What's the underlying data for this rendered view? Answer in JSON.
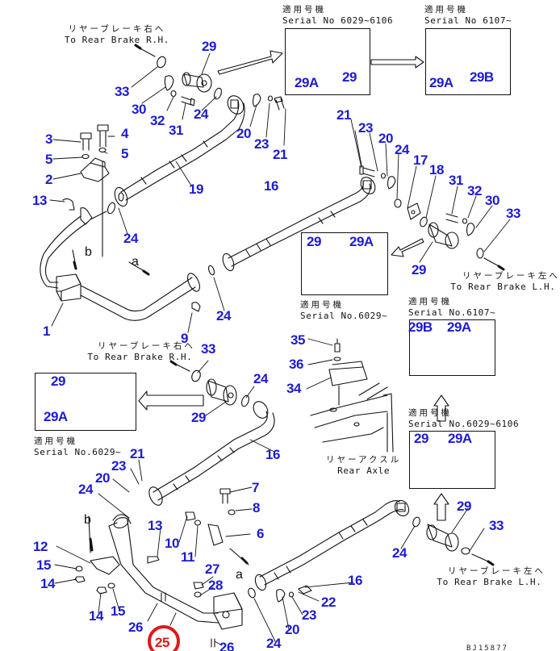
{
  "diagram": {
    "type": "exploded parts diagram",
    "subject": "Rear brake hydraulic piping",
    "drawing_id": "BJ15877",
    "colors": {
      "callout_text": "#1c1cd0",
      "highlight_callout": "#e01818",
      "line_art": "#111111"
    }
  },
  "notes": {
    "to_rear_brake_rh_top": {
      "jp": "リヤーブレーキ右へ",
      "en": "To Rear Brake R.H."
    },
    "to_rear_brake_lh_upper": {
      "jp": "リヤーブレーキ左へ",
      "en": "To Rear Brake L.H."
    },
    "to_rear_brake_rh_mid": {
      "jp": "リヤーブレーキ右へ",
      "en": "To Rear Brake R.H."
    },
    "to_rear_brake_lh_lower": {
      "jp": "リヤーブレーキ左へ",
      "en": "To Rear Brake L.H."
    },
    "rear_axle": {
      "jp": "リヤーアクスル",
      "en": "Rear Axle"
    }
  },
  "insets": [
    {
      "id": "inset-top-1",
      "jp": "適用号機",
      "serial": "Serial No 6029~6106",
      "parts": [
        "29A",
        "29"
      ]
    },
    {
      "id": "inset-top-2",
      "jp": "適用号機",
      "serial": "Serial No 6107~",
      "parts": [
        "29A",
        "29B"
      ]
    },
    {
      "id": "inset-right-mid",
      "jp": "適用号機",
      "serial": "Serial No.6029~",
      "parts": [
        "29",
        "29A"
      ]
    },
    {
      "id": "inset-right-upper",
      "jp": "適用号機",
      "serial": "Serial No.6107~",
      "parts": [
        "29B",
        "29A"
      ]
    },
    {
      "id": "inset-right-lower",
      "jp": "適用号機",
      "serial": "Serial No.6029~6106",
      "parts": [
        "29",
        "29A"
      ]
    },
    {
      "id": "inset-left-mid",
      "jp": "適用号機",
      "serial": "Serial No.6029~",
      "parts": [
        "29",
        "29A"
      ]
    }
  ],
  "letter_markers": [
    "a",
    "b",
    "a",
    "b"
  ],
  "callouts": [
    {
      "label": "29"
    },
    {
      "label": "33"
    },
    {
      "label": "30"
    },
    {
      "label": "32"
    },
    {
      "label": "31"
    },
    {
      "label": "24"
    },
    {
      "label": "20"
    },
    {
      "label": "23"
    },
    {
      "label": "21"
    },
    {
      "label": "3"
    },
    {
      "label": "4"
    },
    {
      "label": "5"
    },
    {
      "label": "5"
    },
    {
      "label": "2"
    },
    {
      "label": "13"
    },
    {
      "label": "19"
    },
    {
      "label": "24"
    },
    {
      "label": "16"
    },
    {
      "label": "24"
    },
    {
      "label": "9"
    },
    {
      "label": "1"
    },
    {
      "label": "21"
    },
    {
      "label": "23"
    },
    {
      "label": "20"
    },
    {
      "label": "24"
    },
    {
      "label": "17"
    },
    {
      "label": "18"
    },
    {
      "label": "31"
    },
    {
      "label": "32"
    },
    {
      "label": "30"
    },
    {
      "label": "33"
    },
    {
      "label": "29"
    },
    {
      "label": "33"
    },
    {
      "label": "24"
    },
    {
      "label": "29"
    },
    {
      "label": "16"
    },
    {
      "label": "35"
    },
    {
      "label": "36"
    },
    {
      "label": "34"
    },
    {
      "label": "21"
    },
    {
      "label": "23"
    },
    {
      "label": "20"
    },
    {
      "label": "24"
    },
    {
      "label": "7"
    },
    {
      "label": "8"
    },
    {
      "label": "6"
    },
    {
      "label": "13"
    },
    {
      "label": "10"
    },
    {
      "label": "11"
    },
    {
      "label": "12"
    },
    {
      "label": "15"
    },
    {
      "label": "14"
    },
    {
      "label": "14"
    },
    {
      "label": "15"
    },
    {
      "label": "27"
    },
    {
      "label": "28"
    },
    {
      "label": "26"
    },
    {
      "label": "25",
      "highlighted": true
    },
    {
      "label": "26"
    },
    {
      "label": "29"
    },
    {
      "label": "33"
    },
    {
      "label": "24"
    },
    {
      "label": "16"
    },
    {
      "label": "22"
    },
    {
      "label": "23"
    },
    {
      "label": "20"
    },
    {
      "label": "24"
    },
    {
      "label": "29A"
    },
    {
      "label": "29"
    },
    {
      "label": "29A"
    },
    {
      "label": "29B"
    },
    {
      "label": "29"
    },
    {
      "label": "29A"
    },
    {
      "label": "29B"
    },
    {
      "label": "29A"
    },
    {
      "label": "29"
    },
    {
      "label": "29A"
    },
    {
      "label": "29"
    },
    {
      "label": "29A"
    }
  ]
}
